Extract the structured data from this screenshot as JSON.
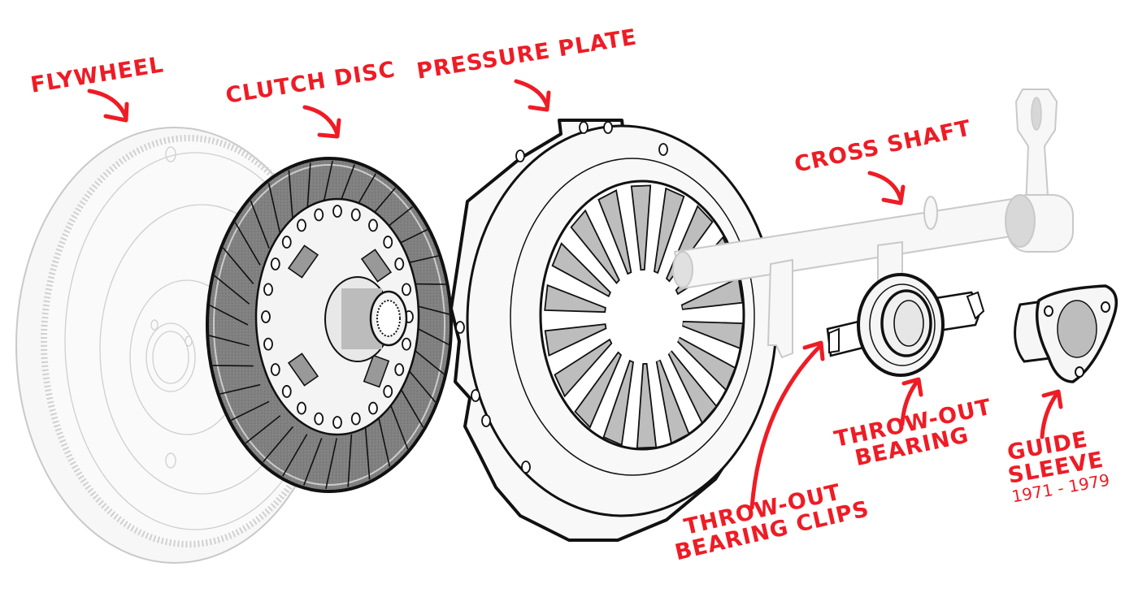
{
  "diagram": {
    "subject": "Clutch assembly exploded view",
    "label_color": "#ee1c25",
    "labels": {
      "flywheel": "FLYWHEEL",
      "clutch_disc": "CLUTCH DISC",
      "pressure_plate": "PRESSURE PLATE",
      "cross_shaft": "CROSS SHAFT",
      "throwout_bearing_clips_line1": "THROW-OUT",
      "throwout_bearing_clips_line2": "BEARING CLIPS",
      "throwout_bearing_line1": "THROW-OUT",
      "throwout_bearing_line2": "BEARING",
      "guide_sleeve_line1": "GUIDE",
      "guide_sleeve_line2": "SLEEVE",
      "guide_sleeve_years": "1971 - 1979"
    },
    "components": [
      {
        "id": "flywheel",
        "style": "ghosted"
      },
      {
        "id": "clutch-disc",
        "style": "highlighted"
      },
      {
        "id": "pressure-plate",
        "style": "highlighted"
      },
      {
        "id": "cross-shaft",
        "style": "ghosted"
      },
      {
        "id": "throwout-bearing-clips",
        "style": "highlighted"
      },
      {
        "id": "throwout-bearing",
        "style": "highlighted"
      },
      {
        "id": "guide-sleeve",
        "style": "highlighted"
      }
    ]
  }
}
